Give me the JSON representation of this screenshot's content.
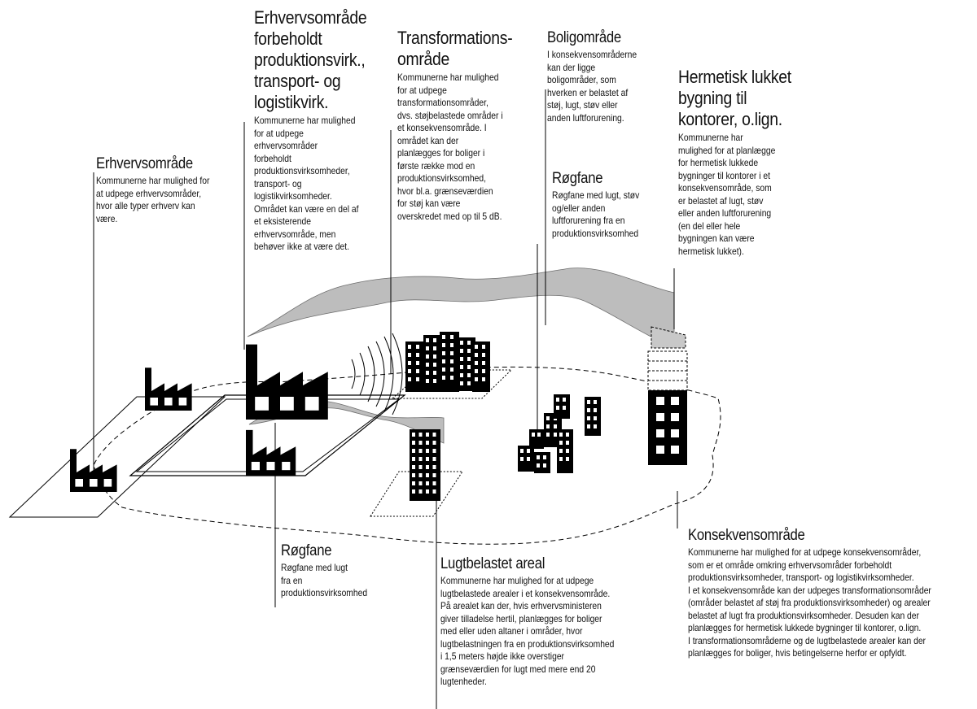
{
  "labels": {
    "erhverv": {
      "title": "Erhvervsområde",
      "body": "Kommunerne har mulighed for\nat udpege  erhvervsområder,\nhvor alle typer erhverv kan\nvære."
    },
    "forbeholdt": {
      "title": "Erhvervsområde\nforbeholdt\nproduktionsvirk.,\ntransport- og\nlogistikvirk.",
      "body": "Kommunerne har mulighed\nfor at udpege\nerhvervsområder\nforbeholdt\nproduktionsvirksomheder,\ntransport- og\nlogistikvirksomheder.\nOmrådet kan være en del af\net eksisterende\nerhvervsområde, men\nbehøver ikke at være det."
    },
    "transformation": {
      "title": "Transformations-\nområde",
      "body": "Kommunerne har mulighed\nfor at udpege\ntransformationsområder,\ndvs. støjbelastede områder i\net konsekvensområde. I\nområdet kan der\nplanlægges for boliger i\nførste række mod en\nproduktionsvirksomhed,\nhvor bl.a. grænseværdien\nfor støj kan være\noverskredet med op til 5 dB."
    },
    "bolig": {
      "title": "Boligområde",
      "body": "I konsekvensområderne\nkan der ligge\nboligområder, som\nhverken er belastet af\nstøj, lugt, støv eller\nanden luftforurening."
    },
    "roegfane_top": {
      "title": "Røgfane",
      "body": "Røgfane med lugt, støv\nog/eller anden\nluftforurening fra en\nproduktionsvirksomhed"
    },
    "hermetisk": {
      "title": "Hermetisk lukket\nbygning til\nkontorer, o.lign.",
      "body": "Kommunerne har\nmulighed for at planlægge\nfor hermetisk lukkede\nbygninger til kontorer i et\nkonsekvensområde, som\ner belastet af lugt, støv\neller anden luftforurening\n(en del eller hele\nbygningen kan være\nhermetisk lukket)."
    },
    "roegfane_bottom": {
      "title": "Røgfane",
      "body": "Røgfane med lugt\nfra en\nproduktionsvirksomhed"
    },
    "lugt": {
      "title": "Lugtbelastet areal",
      "body": "Kommunerne har mulighed for at udpege\nlugtbelastede arealer i et konsekvensområde.\nPå arealet kan der, hvis erhvervsministeren\ngiver tilladelse hertil,  planlægges for boliger\nmed eller uden altaner i områder, hvor\nlugtbelastningen fra en produktionsvirksomhed\ni 1,5 meters højde ikke overstiger\ngrænseværdien for lugt med mere end 20\nlugtenheder."
    },
    "konsekvens": {
      "title": "Konsekvensområde",
      "body": "Kommunerne har mulighed for at udpege konsekvensområder,\nsom er et område omkring erhvervsområder forbeholdt\nproduktionsvirksomheder, transport- og logistikvirksomheder.\nI et konsekvensområde kan der udpeges transformationsområder\n(områder belastet af støj fra produktionsvirksomheder) og arealer\nbelastet af lugt fra produktionsvirksomheder. Desuden kan der\nplanlægges for hermetisk lukkede bygninger til kontorer, o.lign.\nI transformationsområderne og de lugtbelastede arealer kan der\nplanlægges for boliger, hvis betingelserne herfor er opfyldt."
    }
  },
  "colors": {
    "ink": "#000000",
    "plume": "#bdbdbd",
    "plume_edge": "#6f6f6f",
    "paper": "#ffffff"
  },
  "icons": [
    "factory-icon",
    "apartment-block-icon",
    "noise-wave-icon",
    "smoke-plume-icon"
  ]
}
